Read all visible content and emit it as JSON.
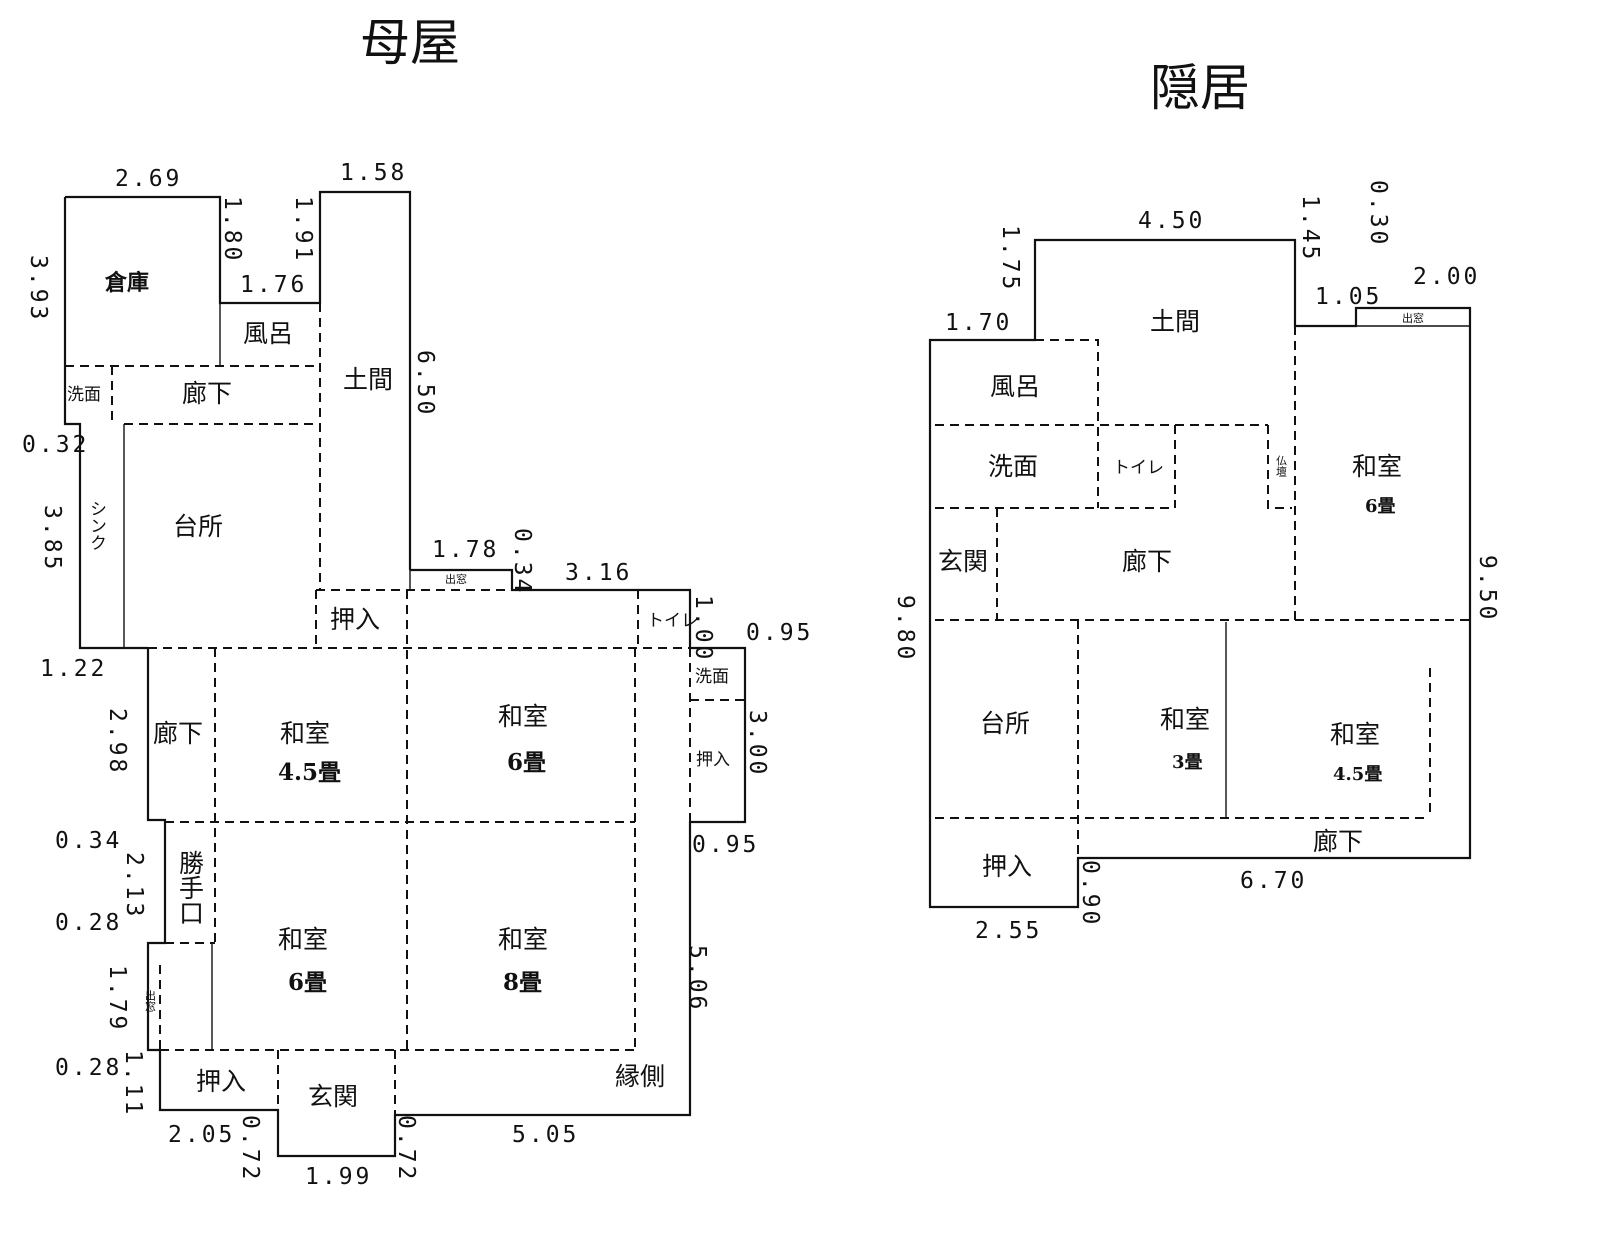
{
  "main_house": {
    "title": "母屋",
    "rooms": {
      "storage": "倉庫",
      "bath": "風呂",
      "washroom": "洗面",
      "hall_top": "廊下",
      "doma": "土間",
      "kitchen": "台所",
      "sink": "シンク",
      "closet_top": "押入",
      "toilet": "トイレ",
      "washroom_right": "洗面",
      "closet_right": "押入",
      "hall_left": "廊下",
      "washitsu_45": "和室",
      "washitsu_45_size": "4.5畳",
      "washitsu_6a": "和室",
      "washitsu_6a_size": "6畳",
      "back_door": "勝手口",
      "washitsu_6b": "和室",
      "washitsu_6b_size": "6畳",
      "washitsu_8": "和室",
      "washitsu_8_size": "8畳",
      "closet_bottom": "押入",
      "entrance": "玄関",
      "engawa": "縁側",
      "bay_window_1": "出窓",
      "bay_window_2": "出窓"
    },
    "dims": {
      "d269": "2.69",
      "d180": "1.80",
      "d191": "1.91",
      "d158": "1.58",
      "d393": "3.93",
      "d176": "1.76",
      "d650": "6.50",
      "d032": "0.32",
      "d385": "3.85",
      "d178": "1.78",
      "d034a": "0.34",
      "d316": "3.16",
      "d100": "1.00",
      "d095a": "0.95",
      "d122": "1.22",
      "d298": "2.98",
      "d300": "3.00",
      "d034b": "0.34",
      "d095b": "0.95",
      "d213": "2.13",
      "d028a": "0.28",
      "d179": "1.79",
      "d506": "5.06",
      "d028b": "0.28",
      "d111": "1.11",
      "d205": "2.05",
      "d072a": "0.72",
      "d072b": "0.72",
      "d505": "5.05",
      "d199": "1.99"
    }
  },
  "annex": {
    "title": "隠居",
    "rooms": {
      "doma": "土間",
      "bay_window": "出窓",
      "bath": "風呂",
      "washroom": "洗面",
      "toilet": "トイレ",
      "closet": "仏壇",
      "washitsu_6": "和室",
      "washitsu_6_size": "6畳",
      "entrance": "玄関",
      "hall": "廊下",
      "kitchen": "台所",
      "washitsu_3": "和室",
      "washitsu_3_size": "3畳",
      "washitsu_45": "和室",
      "washitsu_45_size": "4.5畳",
      "hall_bottom": "廊下",
      "closet_bottom": "押入"
    },
    "dims": {
      "d175": "1.75",
      "d450": "4.50",
      "d145": "1.45",
      "d030": "0.30",
      "d200": "2.00",
      "d105": "1.05",
      "d170": "1.70",
      "d950": "9.50",
      "d980": "9.80",
      "d090": "0.90",
      "d670": "6.70",
      "d255": "2.55"
    }
  }
}
